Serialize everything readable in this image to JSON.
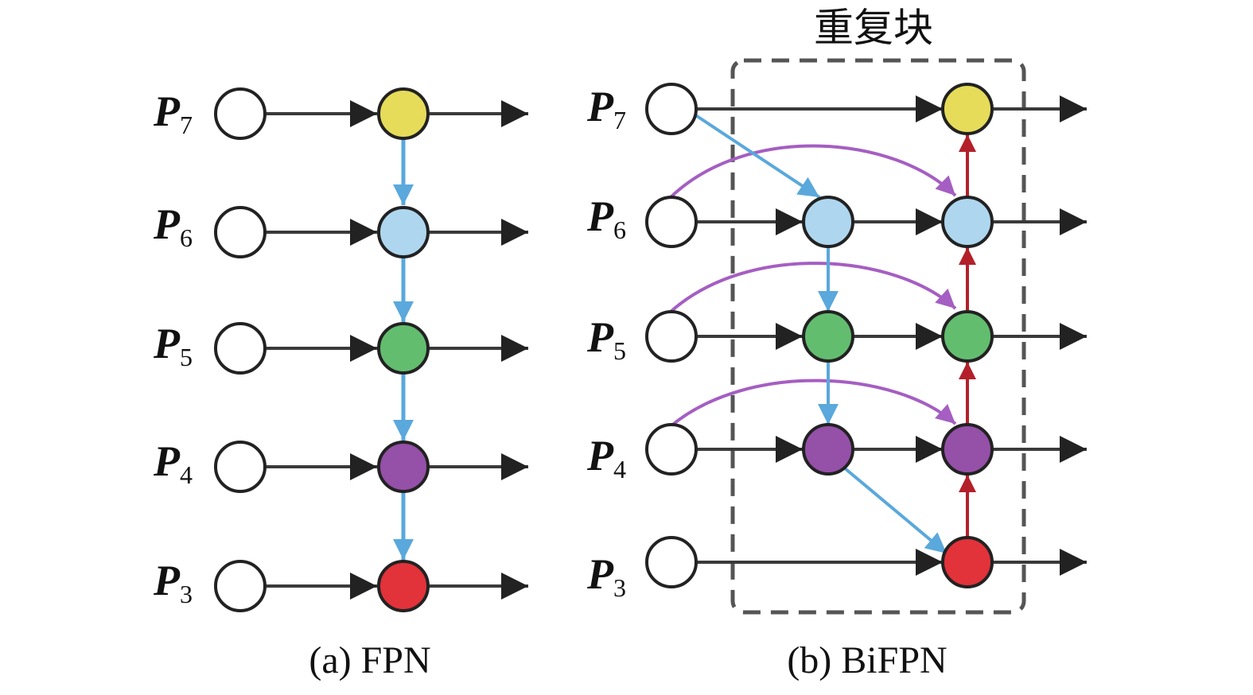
{
  "levels": [
    "7",
    "6",
    "5",
    "4",
    "3"
  ],
  "level_prefix": "P",
  "fpn": {
    "caption": "(a) FPN"
  },
  "bifpn": {
    "caption": "(b) BiFPN",
    "block_title": "重复块"
  },
  "colors": {
    "p7": "#e6dc5a",
    "p6": "#aed6ef",
    "p5": "#63bd6f",
    "p4": "#9550a8",
    "p3": "#e2323a",
    "input_node": "#ffffff",
    "lateral_edge": "#3a3a3a",
    "top_down_edge": "#5aa8dc",
    "bottom_up_edge": "#b3202a",
    "skip_edge": "#a55ec2",
    "block_border": "#555555"
  },
  "icons": {
    "input_node": "hollow-circle",
    "feature_node": "filled-circle",
    "arrow": "triangle-arrowhead"
  }
}
